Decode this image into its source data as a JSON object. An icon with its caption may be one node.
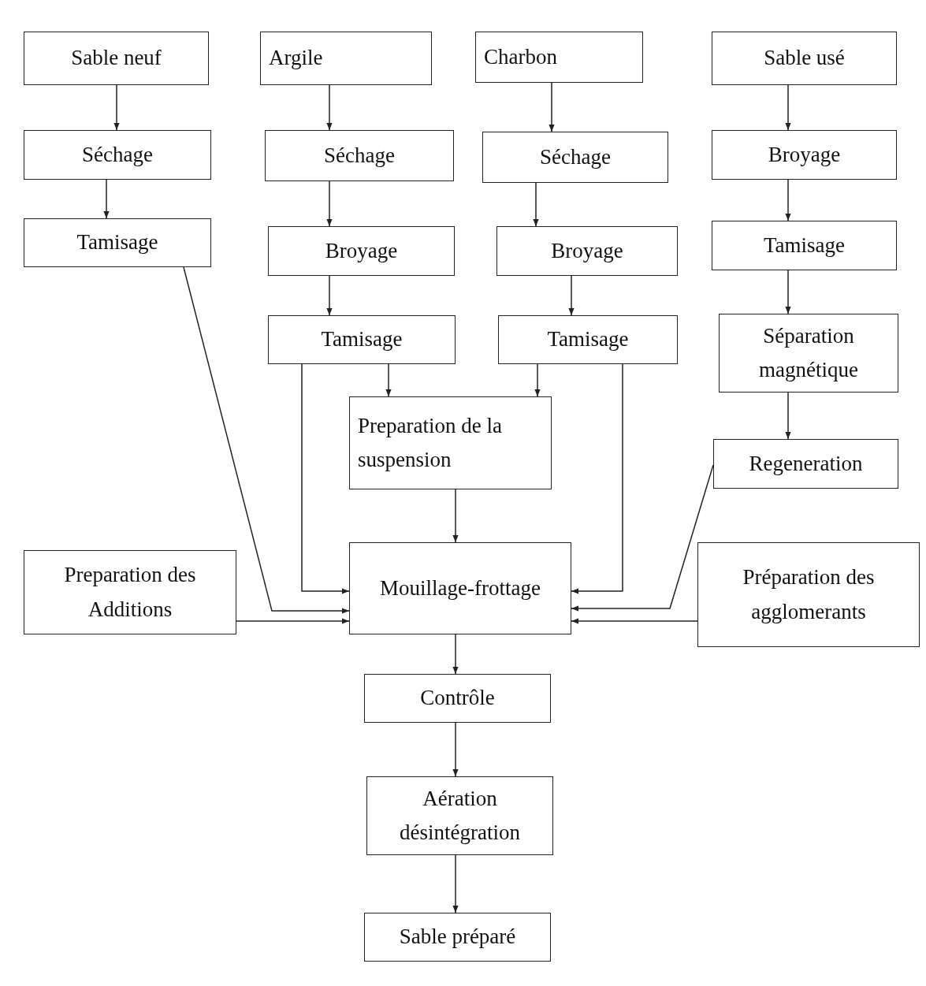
{
  "diagram": {
    "nodes": [
      {
        "text": [
          "Sable neuf"
        ]
      },
      {
        "text": [
          "Argile"
        ]
      },
      {
        "text": [
          "Charbon"
        ]
      },
      {
        "text": [
          "Sable usé"
        ]
      },
      {
        "text": [
          "Séchage"
        ]
      },
      {
        "text": [
          "Séchage"
        ]
      },
      {
        "text": [
          "Séchage"
        ]
      },
      {
        "text": [
          "Broyage"
        ]
      },
      {
        "text": [
          "Tamisage"
        ]
      },
      {
        "text": [
          "Broyage"
        ]
      },
      {
        "text": [
          "Broyage"
        ]
      },
      {
        "text": [
          "Tamisage"
        ]
      },
      {
        "text": [
          "Tamisage"
        ]
      },
      {
        "text": [
          "Tamisage"
        ]
      },
      {
        "text": [
          "Séparation magnétique"
        ]
      },
      {
        "text": [
          "Preparation de la suspension"
        ]
      },
      {
        "text": [
          "Regeneration"
        ]
      },
      {
        "text": [
          "Preparation des Additions"
        ]
      },
      {
        "text": [
          "Mouillage-frottage"
        ]
      },
      {
        "text": [
          "Préparation des agglomerants"
        ]
      },
      {
        "text": [
          "Contrôle"
        ]
      },
      {
        "text": [
          "Aération désintégration"
        ]
      },
      {
        "text": [
          "Sable préparé"
        ]
      }
    ],
    "edges": [
      {
        "from": 0,
        "to": 4,
        "arrow": "to"
      },
      {
        "from": 4,
        "to": 8,
        "arrow": "to"
      },
      {
        "from": 8,
        "to": 18,
        "arrow": "to"
      },
      {
        "from": 1,
        "to": 5,
        "arrow": "to"
      },
      {
        "from": 5,
        "to": 9,
        "arrow": "to"
      },
      {
        "from": 9,
        "to": 12,
        "arrow": "to"
      },
      {
        "from": 12,
        "to": 15,
        "arrow": "to"
      },
      {
        "from": 12,
        "to": 18,
        "arrow": "to"
      },
      {
        "from": 2,
        "to": 6,
        "arrow": "to"
      },
      {
        "from": 6,
        "to": 10,
        "arrow": "to"
      },
      {
        "from": 10,
        "to": 13,
        "arrow": "to"
      },
      {
        "from": 13,
        "to": 15,
        "arrow": "to"
      },
      {
        "from": 13,
        "to": 18,
        "arrow": "to"
      },
      {
        "from": 3,
        "to": 7,
        "arrow": "to"
      },
      {
        "from": 7,
        "to": 11,
        "arrow": "to"
      },
      {
        "from": 11,
        "to": 14,
        "arrow": "to"
      },
      {
        "from": 14,
        "to": 16,
        "arrow": "to"
      },
      {
        "from": 16,
        "to": 18,
        "arrow": "to"
      },
      {
        "from": 15,
        "to": 18,
        "arrow": "to"
      },
      {
        "from": 17,
        "to": 18,
        "arrow": "to"
      },
      {
        "from": 19,
        "to": 18,
        "arrow": "to"
      },
      {
        "from": 18,
        "to": 20,
        "arrow": "to"
      },
      {
        "from": 20,
        "to": 21,
        "arrow": "to"
      },
      {
        "from": 21,
        "to": 22,
        "arrow": "to"
      }
    ]
  }
}
